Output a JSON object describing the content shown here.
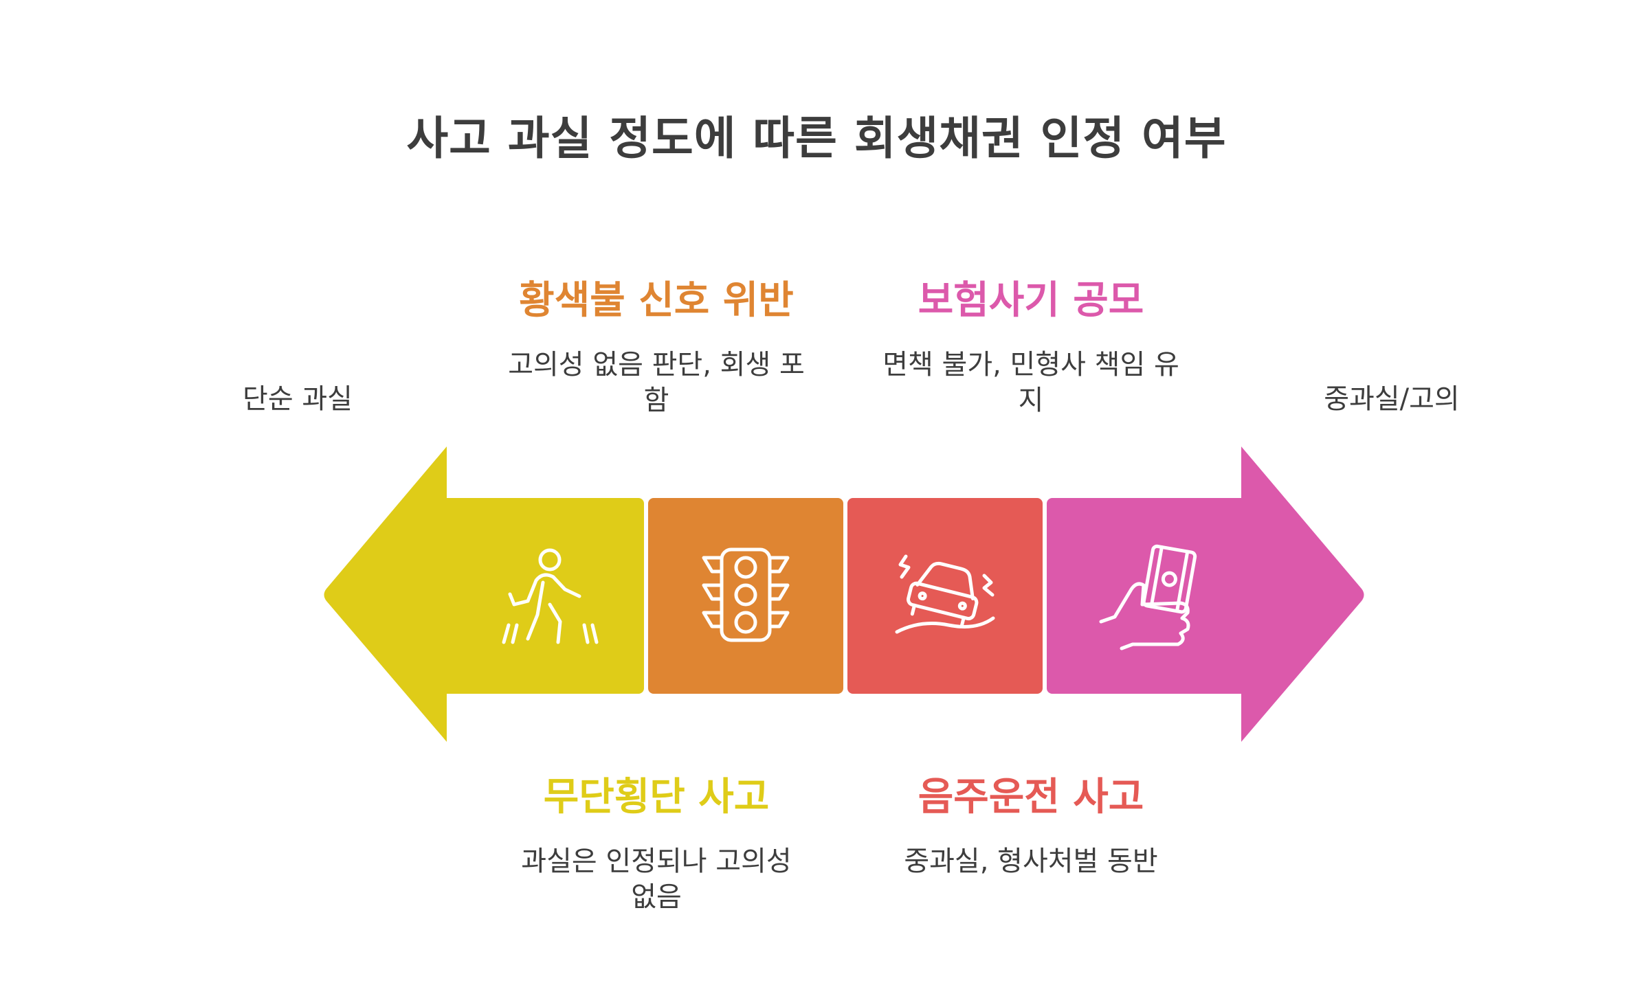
{
  "title": "사고 과실 정도에 따른 회생채권 인정 여부",
  "scale": {
    "left_label": "단순 과실",
    "right_label": "중과실/고의"
  },
  "stages": [
    {
      "title": "무단횡단 사고",
      "description": "과실은 인정되나 고의성 없음",
      "color": "#dfcc18",
      "icon": "pedestrian-icon"
    },
    {
      "title": "황색불 신호 위반",
      "description": "고의성 없음 판단, 회생 포함",
      "color": "#df8532",
      "icon": "traffic-light-icon"
    },
    {
      "title": "음주운전 사고",
      "description": "중과실, 형사처벌 동반",
      "color": "#e55a55",
      "icon": "skidding-car-icon"
    },
    {
      "title": "보험사기 공모",
      "description": "면책 불가, 민형사 책임 유지",
      "color": "#dc59ab",
      "icon": "hand-money-icon"
    }
  ]
}
